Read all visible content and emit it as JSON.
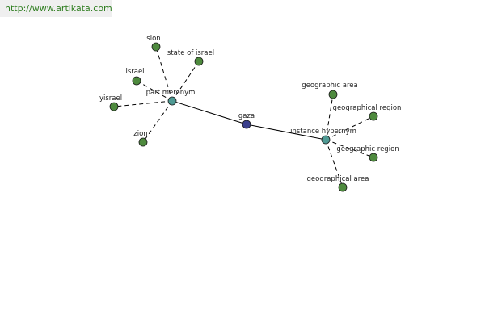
{
  "site": {
    "url_text": "http://www.artikata.com"
  },
  "graph": {
    "colors": {
      "center_node": "#3a3f8c",
      "hub_node": "#4f9a94",
      "leaf_node": "#4e8a3e",
      "edge": "#000000",
      "url_text": "#2e7d1f",
      "banner_bg": "#efefef"
    },
    "center": {
      "id": "gaza",
      "label": "gaza"
    },
    "hubs": [
      {
        "id": "part-meronym",
        "label": "part meronym",
        "leaves": [
          {
            "id": "sion",
            "label": "sion"
          },
          {
            "id": "state-of-israel",
            "label": "state of israel"
          },
          {
            "id": "israel",
            "label": "israel"
          },
          {
            "id": "yisrael",
            "label": "yisrael"
          },
          {
            "id": "zion",
            "label": "zion"
          }
        ]
      },
      {
        "id": "instance-hypernym",
        "label": "instance hypernym",
        "leaves": [
          {
            "id": "geographic-area",
            "label": "geographic area"
          },
          {
            "id": "geographical-region",
            "label": "geographical region"
          },
          {
            "id": "geographic-region",
            "label": "geographic region"
          },
          {
            "id": "geographical-area",
            "label": "geographical area"
          }
        ]
      }
    ]
  }
}
